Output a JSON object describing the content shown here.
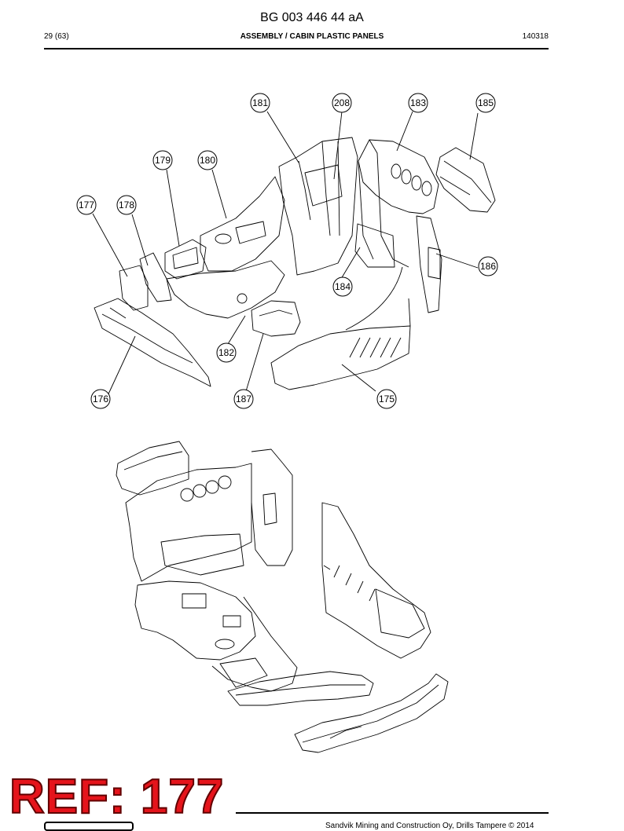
{
  "header": {
    "doc_number": "BG 003 446 44 aA",
    "page": "29 (63)",
    "section": "ASSEMBLY / CABIN PLASTIC PANELS",
    "date_code": "140318"
  },
  "callouts": [
    "181",
    "208",
    "183",
    "185",
    "179",
    "180",
    "177",
    "178",
    "186",
    "184",
    "182",
    "176",
    "187",
    "175"
  ],
  "ref_stamp": "REF: 177",
  "footer": {
    "copyright": "Sandvik Mining and Construction Oy, Drills Tampere © 2014"
  }
}
